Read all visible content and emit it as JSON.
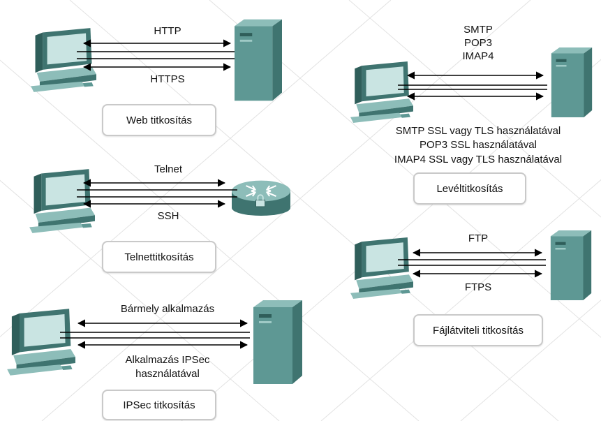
{
  "web": {
    "top_label": "HTTP",
    "bottom_label": "HTTPS",
    "caption": "Web titkosítás"
  },
  "mail": {
    "protocols": [
      "SMTP",
      "POP3",
      "IMAP4"
    ],
    "secure": [
      "SMTP SSL vagy TLS használatával",
      "POP3 SSL használatával",
      "IMAP4 SSL vagy TLS használatával"
    ],
    "caption": "Levéltitkosítás"
  },
  "telnet": {
    "top_label": "Telnet",
    "bottom_label": "SSH",
    "caption": "Telnettitkosítás"
  },
  "ftp": {
    "top_label": "FTP",
    "bottom_label": "FTPS",
    "caption": "Fájlátviteli titkosítás"
  },
  "ipsec": {
    "top_label": "Bármely alkalmazás",
    "bottom_label": [
      "Alkalmazás IPSec",
      "használatával"
    ],
    "caption": "IPSec titkosítás"
  },
  "colors": {
    "device_face": "#5e9894",
    "device_side": "#3f7470",
    "device_top": "#8dbdb9",
    "screen": "#c9e4e2",
    "grid": "#e2e2e2",
    "arrow": "#000000",
    "caption_border": "#c9c9c9"
  },
  "icons": {
    "client": "desktop-pc-icon",
    "server": "server-tower-icon",
    "router": "router-lock-icon"
  }
}
